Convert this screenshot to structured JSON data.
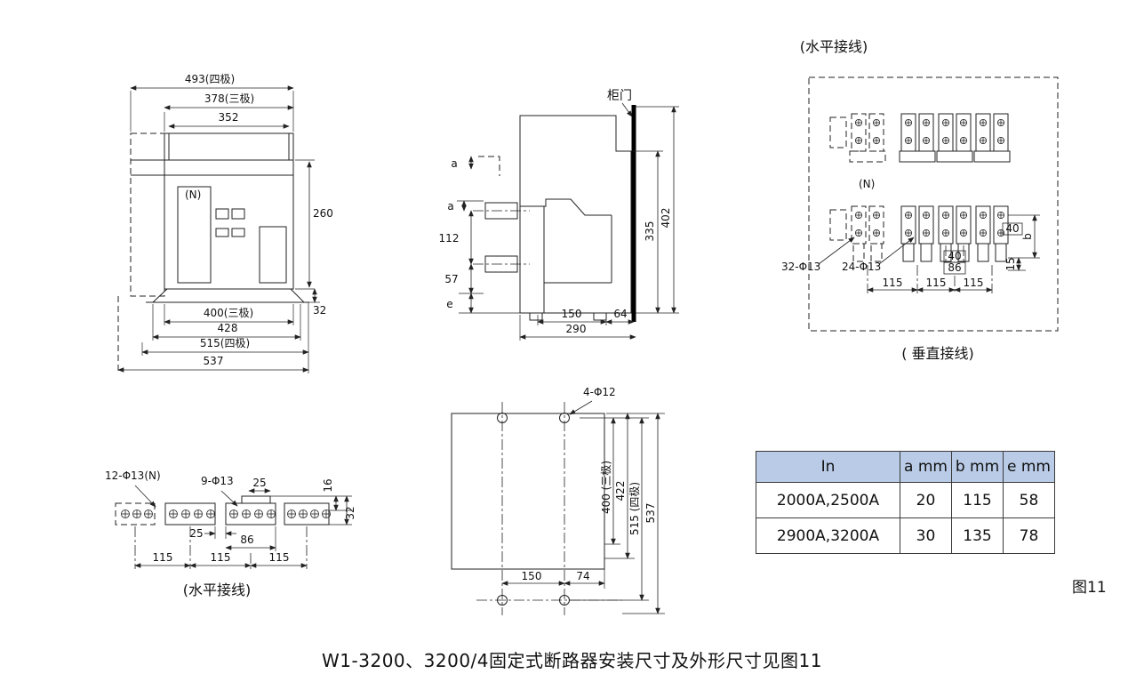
{
  "front": {
    "d493": "493(四极)",
    "d378": "378(三极)",
    "d352": "352",
    "d260": "260",
    "d32": "32",
    "d400": "400(三极)",
    "d428": "428",
    "d515": "515(四极)",
    "d537": "537",
    "n": "(N)"
  },
  "side": {
    "door": "柜门",
    "a1": "a",
    "a2": "a",
    "d112": "112",
    "d57": "57",
    "e": "e",
    "d150": "150",
    "d64": "64",
    "d290": "290",
    "d335": "335",
    "d402": "402"
  },
  "wiring_right": {
    "title": "(水平接线)",
    "subtitle": "( 垂直接线)",
    "n": "(N)",
    "holes32": "32-Φ13",
    "holes24": "24-Φ13",
    "d40a": "40",
    "d86": "86",
    "d115a": "115",
    "d115b": "115",
    "d115c": "115",
    "d40b": "40",
    "b": "b",
    "d15": "15"
  },
  "wiring_left": {
    "holes12": "12-Φ13(N)",
    "holes9": "9-Φ13",
    "d25a": "25",
    "d25b": "25",
    "d86": "86",
    "d115a": "115",
    "d115b": "115",
    "d115c": "115",
    "d16": "16",
    "d32": "32",
    "title": "(水平接线)"
  },
  "plate": {
    "holes": "4-Φ12",
    "d400": "400 (三极)",
    "d422": "422",
    "d515": "515 (四极)",
    "d537": "537",
    "d150": "150",
    "d74": "74"
  },
  "table": {
    "headers": [
      "In",
      "a mm",
      "b mm",
      "e mm"
    ],
    "rows": [
      {
        "in": "2000A,2500A",
        "a": "20",
        "b": "115",
        "e": "58"
      },
      {
        "in": "2900A,3200A",
        "a": "30",
        "b": "135",
        "e": "78"
      }
    ],
    "figure": "图11"
  },
  "caption": "W1-3200、3200/4固定式断路器安装尺寸及外形尺寸见图11"
}
